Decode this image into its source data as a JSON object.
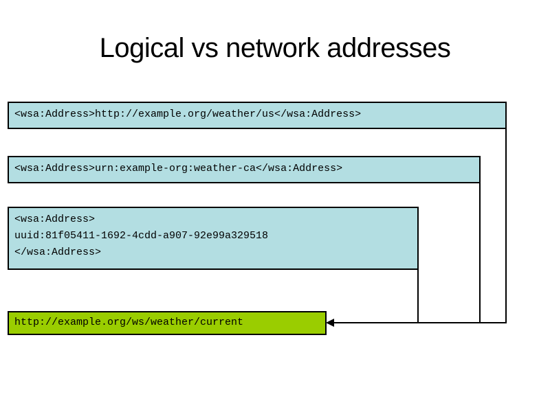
{
  "slide": {
    "title": "Logical vs network addresses",
    "background_color": "#ffffff"
  },
  "colors": {
    "logical_box_fill": "#b3dee2",
    "network_box_fill": "#9acd00",
    "border": "#000000",
    "connector": "#000000",
    "text": "#000000"
  },
  "logical_addresses": [
    {
      "id": "http-address",
      "lines": "<wsa:Address>http://example.org/weather/us</wsa:Address>"
    },
    {
      "id": "urn-address",
      "lines": "<wsa:Address>urn:example-org:weather-ca</wsa:Address>"
    },
    {
      "id": "uuid-address",
      "lines": "<wsa:Address>\nuuid:81f05411-1692-4cdd-a907-92e99a329518\n</wsa:Address>"
    }
  ],
  "network_endpoint": {
    "id": "physical-endpoint",
    "label": "http://example.org/ws/weather/current"
  }
}
